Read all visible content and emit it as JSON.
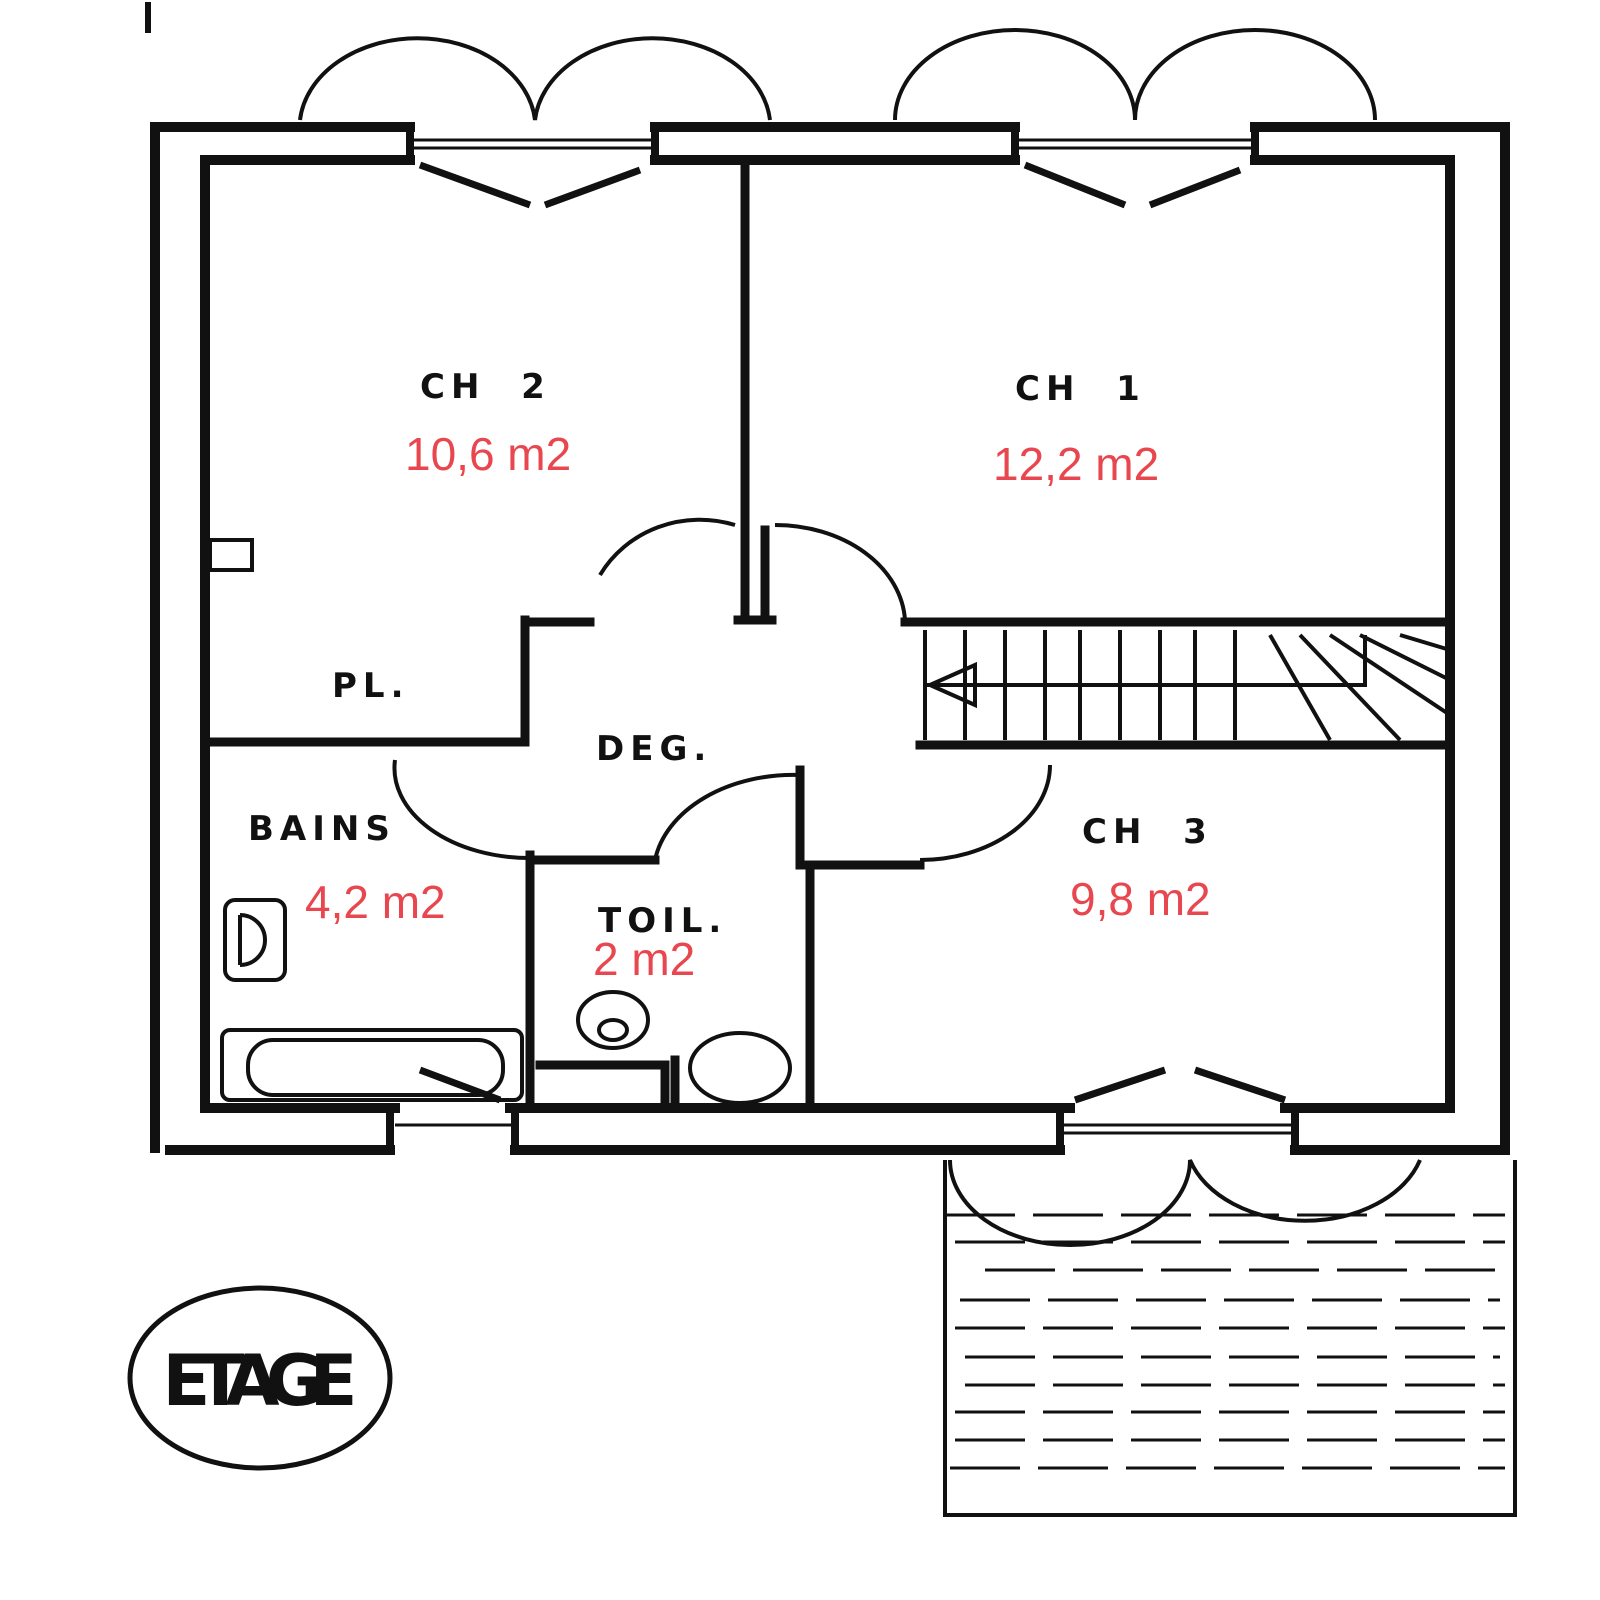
{
  "title": "ETAGE",
  "colors": {
    "wall": "#111111",
    "area_text": "#e8474f"
  },
  "rooms": [
    {
      "id": "ch2",
      "label": "CH  2",
      "area": "10,6 m2"
    },
    {
      "id": "ch1",
      "label": "CH  1",
      "area": "12,2 m2"
    },
    {
      "id": "pl",
      "label": "PL."
    },
    {
      "id": "deg",
      "label": "DEG."
    },
    {
      "id": "bains",
      "label": "BAINS",
      "area": "4,2 m2"
    },
    {
      "id": "toil",
      "label": "TOIL.",
      "area": "2 m2"
    },
    {
      "id": "ch3",
      "label": "CH  3",
      "area": "9,8 m2"
    }
  ]
}
